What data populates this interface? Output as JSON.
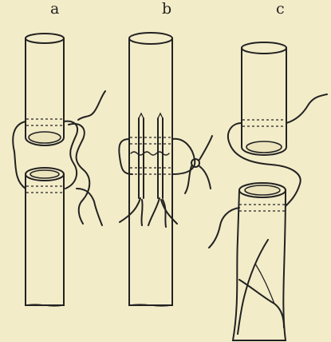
{
  "figure": {
    "panel_a_label": "a",
    "panel_b_label": "b",
    "panel_c_label": "c"
  }
}
